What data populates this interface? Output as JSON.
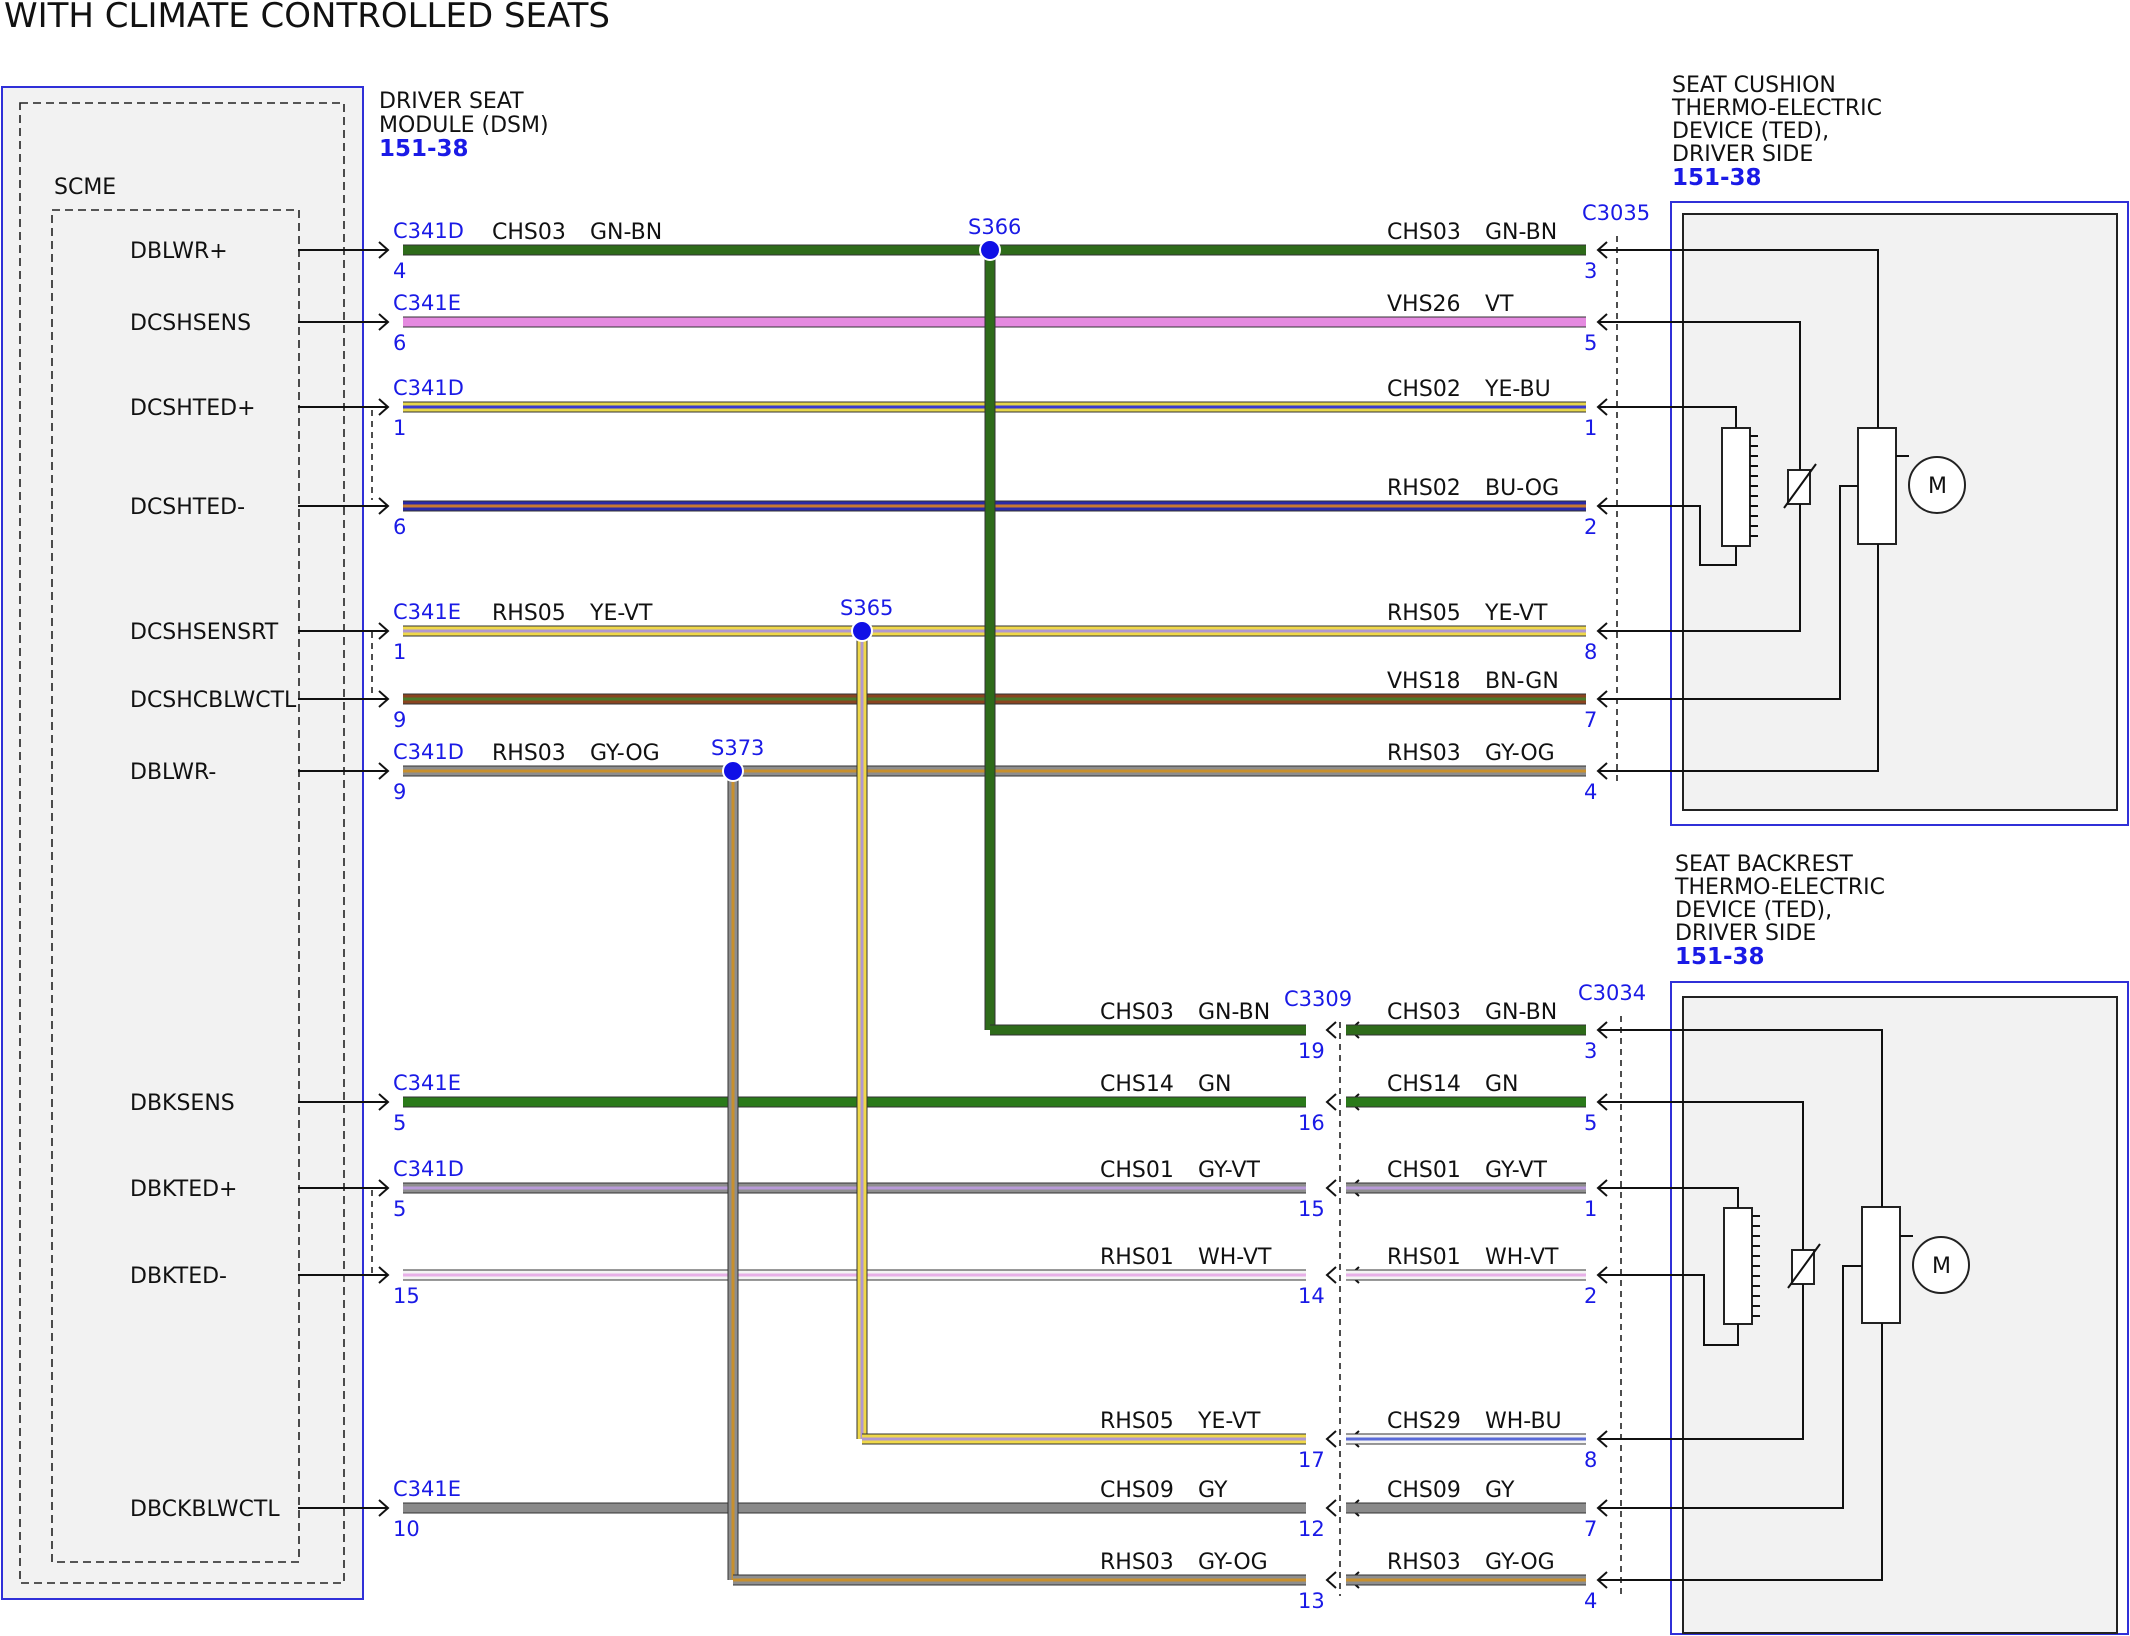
{
  "title": "WITH CLIMATE CONTROLLED SEATS",
  "modules": {
    "dsm": {
      "name_lines": [
        "DRIVER SEAT",
        "MODULE (DSM)"
      ],
      "ref": "151-38",
      "sub": "SCME"
    },
    "cushion": {
      "name_lines": [
        "SEAT CUSHION",
        "THERMO-ELECTRIC",
        "DEVICE (TED),",
        "DRIVER SIDE"
      ],
      "ref": "151-38"
    },
    "backrest": {
      "name_lines": [
        "SEAT BACKREST",
        "THERMO-ELECTRIC",
        "DEVICE (TED),",
        "DRIVER SIDE"
      ],
      "ref": "151-38"
    }
  },
  "connectors": {
    "cushion": "C3035",
    "backrest": "C3034",
    "inline": "C3309"
  },
  "motor_label": "M",
  "splices": [
    {
      "name": "S366",
      "row": 0,
      "color": "GN-BN"
    },
    {
      "name": "S365",
      "row": 4,
      "color": "YE-VT"
    },
    {
      "name": "S373",
      "row": 6,
      "color": "GY-OG"
    }
  ],
  "top_rows": [
    {
      "pin_name": "DBLWR+",
      "dsm_conn": "C341D",
      "dsm_pin": "4",
      "left_circuit": "CHS03",
      "left_color": "GN-BN",
      "right_circuit": "CHS03",
      "right_color": "GN-BN",
      "ted_pin": "3",
      "colors": [
        "#2e6b1a",
        "#2e6b1a"
      ]
    },
    {
      "pin_name": "DCSHSENS",
      "dsm_conn": "C341E",
      "dsm_pin": "6",
      "left_circuit": "",
      "left_color": "",
      "right_circuit": "VHS26",
      "right_color": "VT",
      "ted_pin": "5",
      "colors": [
        "#e58ae0",
        "#e58ae0"
      ]
    },
    {
      "pin_name": "DCSHTED+",
      "dsm_conn": "C341D",
      "dsm_pin": "1",
      "left_circuit": "",
      "left_color": "",
      "right_circuit": "CHS02",
      "right_color": "YE-BU",
      "ted_pin": "1",
      "colors": [
        "#e6d64a",
        "#3a3ad0"
      ]
    },
    {
      "pin_name": "DCSHTED-",
      "dsm_conn": "",
      "dsm_pin": "6",
      "left_circuit": "",
      "left_color": "",
      "right_circuit": "RHS02",
      "right_color": "BU-OG",
      "ted_pin": "2",
      "colors": [
        "#2a2aa8",
        "#c87a30"
      ]
    },
    {
      "pin_name": "DCSHSENSRT",
      "dsm_conn": "C341E",
      "dsm_pin": "1",
      "left_circuit": "RHS05",
      "left_color": "YE-VT",
      "right_circuit": "RHS05",
      "right_color": "YE-VT",
      "ted_pin": "8",
      "colors": [
        "#efd84a",
        "#b098d0"
      ]
    },
    {
      "pin_name": "DCSHCBLWCTL",
      "dsm_conn": "",
      "dsm_pin": "9",
      "left_circuit": "",
      "left_color": "",
      "right_circuit": "VHS18",
      "right_color": "BN-GN",
      "ted_pin": "7",
      "colors": [
        "#8a4420",
        "#4a7a2a"
      ]
    },
    {
      "pin_name": "DBLWR-",
      "dsm_conn": "C341D",
      "dsm_pin": "9",
      "left_circuit": "RHS03",
      "left_color": "GY-OG",
      "right_circuit": "RHS03",
      "right_color": "GY-OG",
      "ted_pin": "4",
      "colors": [
        "#8e8e8e",
        "#c8902e"
      ]
    }
  ],
  "bottom_rows": [
    {
      "pin_name": "",
      "dsm_conn": "",
      "dsm_pin": "",
      "mid_circuit": "CHS03",
      "mid_color": "GN-BN",
      "c3309_pin": "19",
      "right_circuit": "CHS03",
      "right_color": "GN-BN",
      "ted_pin": "3",
      "left_colors": [
        "#2e6b1a",
        "#2e6b1a"
      ],
      "right_colors": [
        "#2e6b1a",
        "#2e6b1a"
      ]
    },
    {
      "pin_name": "DBKSENS",
      "dsm_conn": "C341E",
      "dsm_pin": "5",
      "mid_circuit": "CHS14",
      "mid_color": "GN",
      "c3309_pin": "16",
      "right_circuit": "CHS14",
      "right_color": "GN",
      "ted_pin": "5",
      "left_colors": [
        "#2a7a1a",
        "#2a7a1a"
      ],
      "right_colors": [
        "#2a7a1a",
        "#2a7a1a"
      ]
    },
    {
      "pin_name": "DBKTED+",
      "dsm_conn": "C341D",
      "dsm_pin": "5",
      "mid_circuit": "CHS01",
      "mid_color": "GY-VT",
      "c3309_pin": "15",
      "right_circuit": "CHS01",
      "right_color": "GY-VT",
      "ted_pin": "1",
      "left_colors": [
        "#8e8e8e",
        "#b89ad8"
      ],
      "right_colors": [
        "#8e8e8e",
        "#b89ad8"
      ]
    },
    {
      "pin_name": "DBKTED-",
      "dsm_conn": "",
      "dsm_pin": "15",
      "mid_circuit": "RHS01",
      "mid_color": "WH-VT",
      "c3309_pin": "14",
      "right_circuit": "RHS01",
      "right_color": "WH-VT",
      "ted_pin": "2",
      "left_colors": [
        "#f4f4f4",
        "#e8b0e8"
      ],
      "right_colors": [
        "#f4f4f4",
        "#e8b0e8"
      ]
    },
    {
      "pin_name": "",
      "dsm_conn": "",
      "dsm_pin": "",
      "mid_circuit": "RHS05",
      "mid_color": "YE-VT",
      "c3309_pin": "17",
      "right_circuit": "CHS29",
      "right_color": "WH-BU",
      "ted_pin": "8",
      "left_colors": [
        "#efd84a",
        "#b098d0"
      ],
      "right_colors": [
        "#f4f4f4",
        "#5a6ad8"
      ]
    },
    {
      "pin_name": "DBCKBLWCTL",
      "dsm_conn": "C341E",
      "dsm_pin": "10",
      "mid_circuit": "CHS09",
      "mid_color": "GY",
      "c3309_pin": "12",
      "right_circuit": "CHS09",
      "right_color": "GY",
      "ted_pin": "7",
      "left_colors": [
        "#8a8a8a",
        "#8a8a8a"
      ],
      "right_colors": [
        "#8a8a8a",
        "#8a8a8a"
      ]
    },
    {
      "pin_name": "",
      "dsm_conn": "",
      "dsm_pin": "",
      "mid_circuit": "RHS03",
      "mid_color": "GY-OG",
      "c3309_pin": "13",
      "right_circuit": "RHS03",
      "right_color": "GY-OG",
      "ted_pin": "4",
      "left_colors": [
        "#8e8e8e",
        "#c8902e"
      ],
      "right_colors": [
        "#8e8e8e",
        "#c8902e"
      ]
    }
  ]
}
